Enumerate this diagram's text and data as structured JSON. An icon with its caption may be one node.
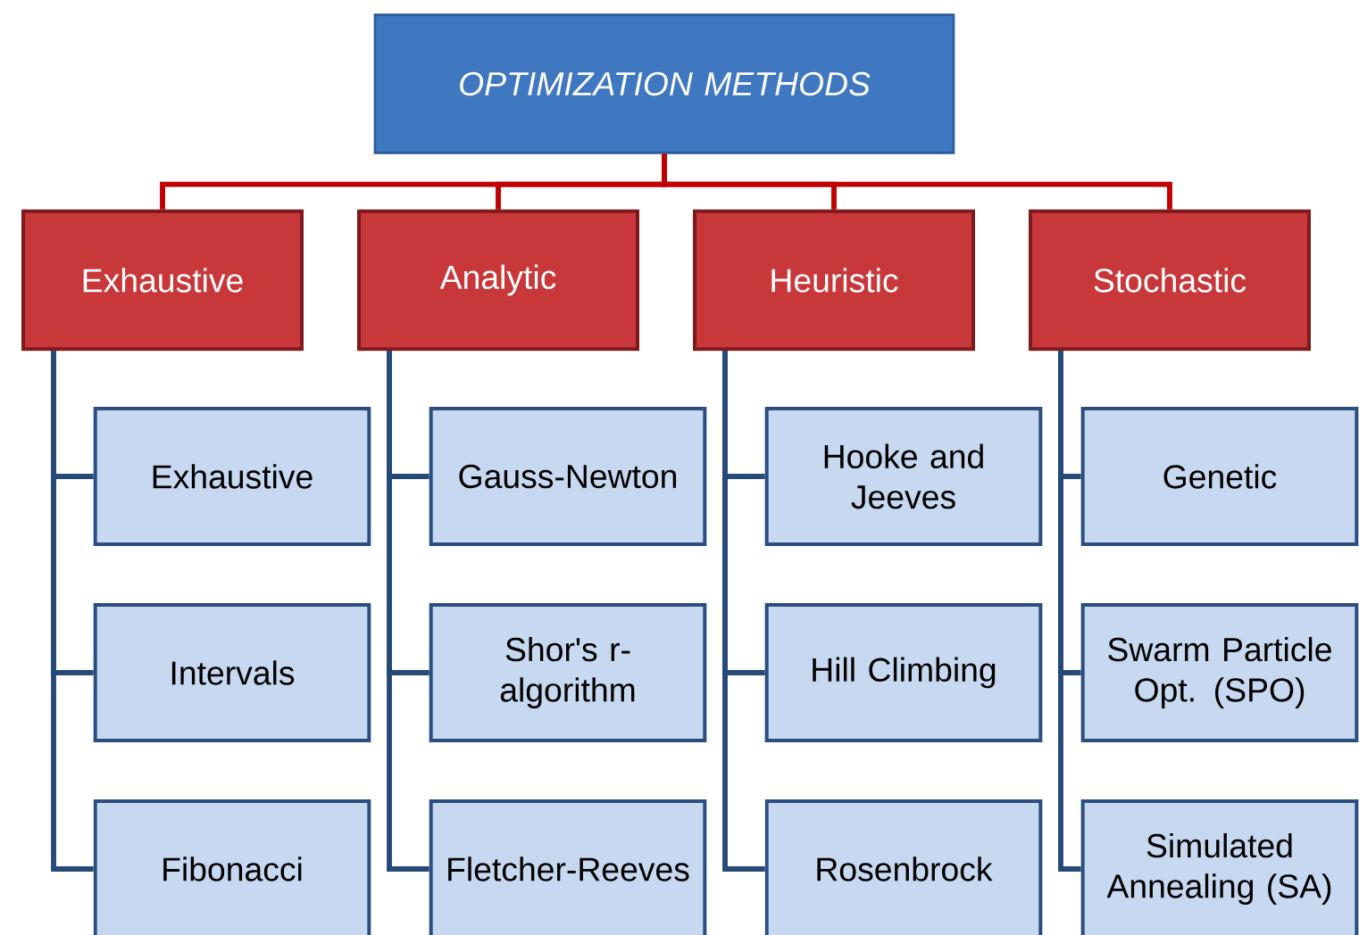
{
  "diagram": {
    "nodes": [
      {
        "text": [
          "OPTIMIZATION METHODS"
        ]
      },
      {
        "text": [
          "Exhaustive"
        ]
      },
      {
        "text": [
          "Exhaustive"
        ]
      },
      {
        "text": [
          "Intervals"
        ]
      },
      {
        "text": [
          "Fibonacci"
        ]
      },
      {
        "text": [
          "Analytic"
        ]
      },
      {
        "text": [
          "Gauss-Newton"
        ]
      },
      {
        "text": [
          "Shor's r-algorithm"
        ]
      },
      {
        "text": [
          "Fletcher-Reeves"
        ]
      },
      {
        "text": [
          "Heuristic"
        ]
      },
      {
        "text": [
          "Hooke and Jeeves"
        ]
      },
      {
        "text": [
          "Hill Climbing"
        ]
      },
      {
        "text": [
          "Rosenbrock"
        ]
      },
      {
        "text": [
          "Stochastic"
        ]
      },
      {
        "text": [
          "Genetic"
        ]
      },
      {
        "text": [
          "Swarm Particle Opt. (SPO)"
        ]
      },
      {
        "text": [
          "Simulated Annealing (SA)"
        ]
      }
    ],
    "edges": [
      {
        "from": 0,
        "to": 1,
        "arrow": "none",
        "color": "#c00000"
      },
      {
        "from": 0,
        "to": 5,
        "arrow": "none",
        "color": "#c00000"
      },
      {
        "from": 0,
        "to": 9,
        "arrow": "none",
        "color": "#c00000"
      },
      {
        "from": 0,
        "to": 13,
        "arrow": "none",
        "color": "#c00000"
      },
      {
        "from": 1,
        "to": 2,
        "arrow": "none"
      },
      {
        "from": 1,
        "to": 3,
        "arrow": "none"
      },
      {
        "from": 1,
        "to": 4,
        "arrow": "none"
      },
      {
        "from": 5,
        "to": 6,
        "arrow": "none"
      },
      {
        "from": 5,
        "to": 7,
        "arrow": "none"
      },
      {
        "from": 5,
        "to": 8,
        "arrow": "none"
      },
      {
        "from": 9,
        "to": 10,
        "arrow": "none"
      },
      {
        "from": 9,
        "to": 11,
        "arrow": "none"
      },
      {
        "from": 9,
        "to": 12,
        "arrow": "none"
      },
      {
        "from": 13,
        "to": 14,
        "arrow": "none"
      },
      {
        "from": 13,
        "to": 15,
        "arrow": "none"
      },
      {
        "from": 13,
        "to": 16,
        "arrow": "none"
      }
    ]
  }
}
